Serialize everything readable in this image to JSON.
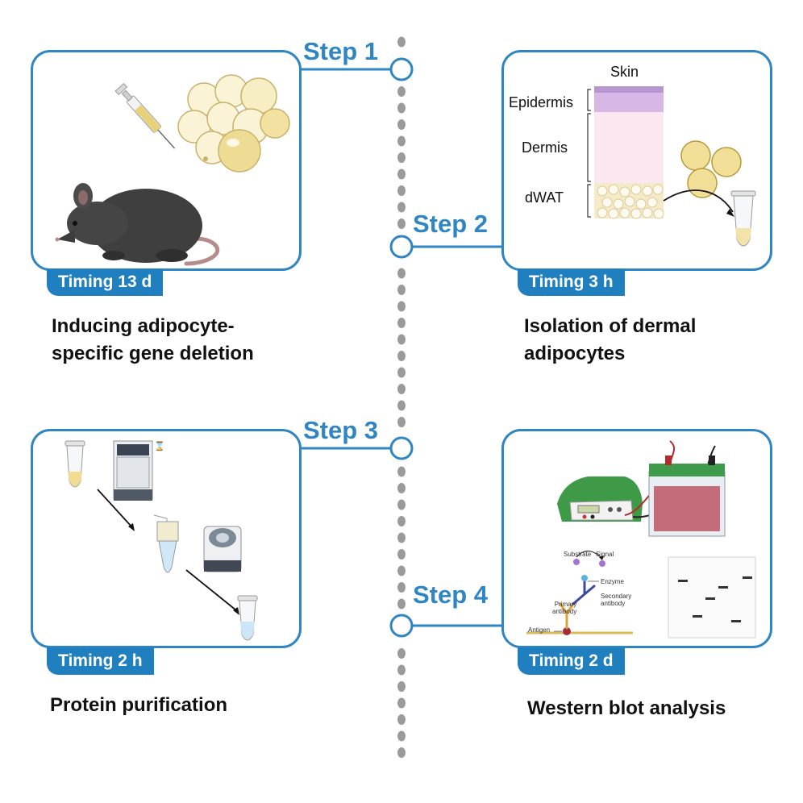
{
  "steps": [
    {
      "label": "Step 1",
      "timing": "Timing 13 d",
      "caption": [
        "Inducing adipocyte-",
        "specific gene deletion"
      ]
    },
    {
      "label": "Step 2",
      "timing": "Timing 3 h",
      "caption": [
        "Isolation of dermal",
        "adipocytes"
      ]
    },
    {
      "label": "Step 3",
      "timing": "Timing 2 h",
      "caption": [
        "Protein purification"
      ]
    },
    {
      "label": "Step 4",
      "timing": "Timing 2 d",
      "caption": [
        "Western blot analysis"
      ]
    }
  ],
  "skin": {
    "title": "Skin",
    "layers": [
      "Epidermis",
      "Dermis",
      "dWAT"
    ]
  },
  "western": {
    "substrate": "Substrate",
    "signal": "Signal",
    "enzyme": "Enzyme",
    "secondary": [
      "Secondary",
      "antibody"
    ],
    "primary": [
      "Primary",
      "antibody"
    ],
    "antigen": "Antigen"
  },
  "colors": {
    "accent": "#2f86c2",
    "timing_bg": "#1f7fbf",
    "timeline_dots": "#9a9a9a"
  }
}
